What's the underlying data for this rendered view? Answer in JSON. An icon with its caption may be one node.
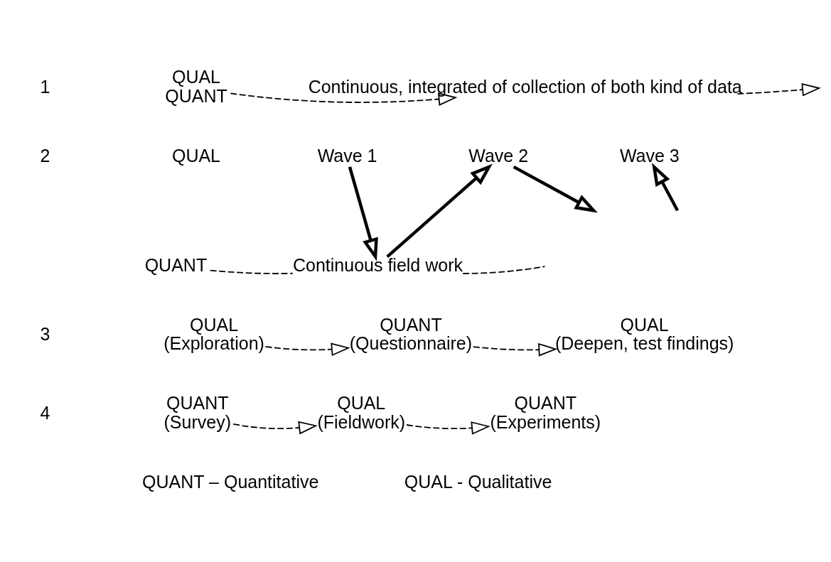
{
  "diagram": {
    "nodes": [
      {
        "text": [
          "QUAL",
          "QUANT"
        ]
      },
      {
        "text": [
          "Continuous, integrated of collection of both kind of data"
        ]
      },
      {
        "text": [
          "QUAL"
        ]
      },
      {
        "text": [
          "QUANT"
        ]
      },
      {
        "text": [
          "Wave 1"
        ]
      },
      {
        "text": [
          "Continuous field work"
        ]
      },
      {
        "text": [
          "Wave 2"
        ]
      },
      {
        "text": [
          "Wave 3"
        ]
      },
      {
        "text": [
          "QUAL",
          "(Exploration)"
        ]
      },
      {
        "text": [
          "QUANT",
          "(Questionnaire)"
        ]
      },
      {
        "text": [
          "QUAL",
          "(Deepen, test findings)"
        ]
      },
      {
        "text": [
          "QUANT",
          "(Survey)"
        ]
      },
      {
        "text": [
          "QUAL",
          "(Fieldwork)"
        ]
      },
      {
        "text": [
          "QUANT",
          "(Experiments)"
        ]
      }
    ],
    "edges": [
      {
        "from": 0,
        "to": 1,
        "arrow": "to",
        "style": "dashed"
      },
      {
        "from": 1,
        "to": null,
        "arrow": "to",
        "style": "dashed"
      },
      {
        "from": 4,
        "to": 5,
        "arrow": "to",
        "style": "thick"
      },
      {
        "from": 5,
        "to": 6,
        "arrow": "to",
        "style": "thick"
      },
      {
        "from": 6,
        "to": null,
        "arrow": "to",
        "style": "thick"
      },
      {
        "from": null,
        "to": 7,
        "arrow": "to",
        "style": "thick"
      },
      {
        "from": 3,
        "to": 5,
        "arrow": "none",
        "style": "dashed"
      },
      {
        "from": 5,
        "to": null,
        "arrow": "none",
        "style": "dashed"
      },
      {
        "from": 8,
        "to": 9,
        "arrow": "to",
        "style": "dashed"
      },
      {
        "from": 9,
        "to": 10,
        "arrow": "to",
        "style": "dashed"
      },
      {
        "from": 11,
        "to": 12,
        "arrow": "to",
        "style": "dashed"
      },
      {
        "from": 12,
        "to": 13,
        "arrow": "to",
        "style": "dashed"
      }
    ],
    "labels": [
      "1",
      "2",
      "3",
      "4",
      "QUANT – Quantitative",
      "QUAL - Qualitative"
    ]
  }
}
